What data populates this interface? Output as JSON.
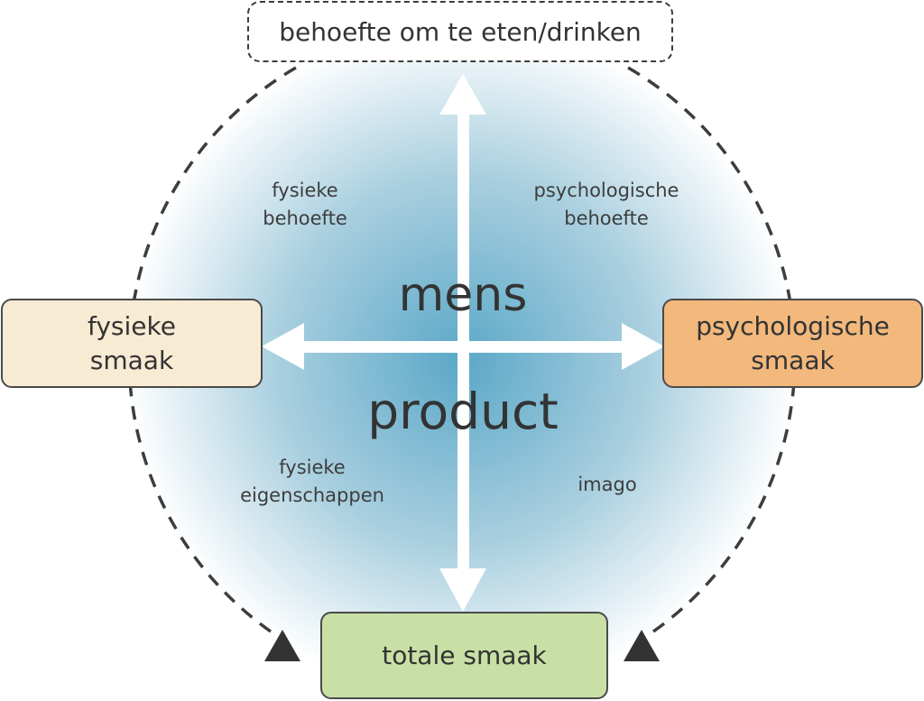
{
  "boxes": {
    "top": "behoefte om te eten/drinken",
    "left_line1": "fysieke",
    "left_line2": "smaak",
    "right_line1": "psychologische",
    "right_line2": "smaak",
    "bottom": "totale smaak"
  },
  "quadrant_labels": {
    "top_left_line1": "fysieke",
    "top_left_line2": "behoefte",
    "top_right_line1": "psychologische",
    "top_right_line2": "behoefte",
    "bottom_left_line1": "fysieke",
    "bottom_left_line2": "eigenschappen",
    "bottom_right": "imago"
  },
  "center": {
    "upper": "mens",
    "lower": "product"
  },
  "colors": {
    "gradient_center": "#5ba8c8",
    "gradient_edge": "#ffffff",
    "left_box": "#f8ebd3",
    "right_box": "#f2b87c",
    "bottom_box": "#c8e0a5",
    "arrows": "#ffffff",
    "dashed_line": "#3d3d3d"
  }
}
